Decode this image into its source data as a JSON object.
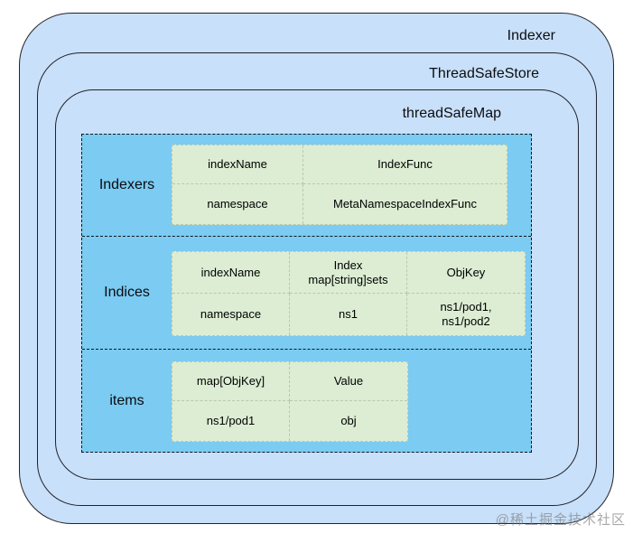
{
  "layers": {
    "outer": {
      "label": "Indexer"
    },
    "middle": {
      "label": "ThreadSafeStore"
    },
    "inner": {
      "label": "threadSafeMap"
    }
  },
  "sections": [
    {
      "label": "Indexers",
      "table": {
        "rows": [
          [
            "indexName",
            "IndexFunc"
          ],
          [
            "namespace",
            "MetaNamespaceIndexFunc"
          ]
        ]
      }
    },
    {
      "label": "Indices",
      "table": {
        "rows": [
          [
            "indexName",
            "Index\nmap[string]sets",
            "ObjKey"
          ],
          [
            "namespace",
            "ns1",
            "ns1/pod1,\nns1/pod2"
          ]
        ]
      }
    },
    {
      "label": "items",
      "table": {
        "rows": [
          [
            "map[ObjKey]",
            "Value"
          ],
          [
            "ns1/pod1",
            "obj"
          ]
        ]
      }
    }
  ],
  "watermark": {
    "text": "@稀土掘金技术社区"
  },
  "colors": {
    "outer_fill": "#c8e0f9",
    "section_fill": "#7bcbf2",
    "table_fill": "#dcedd3",
    "cell_border": "#b7c9ac"
  }
}
